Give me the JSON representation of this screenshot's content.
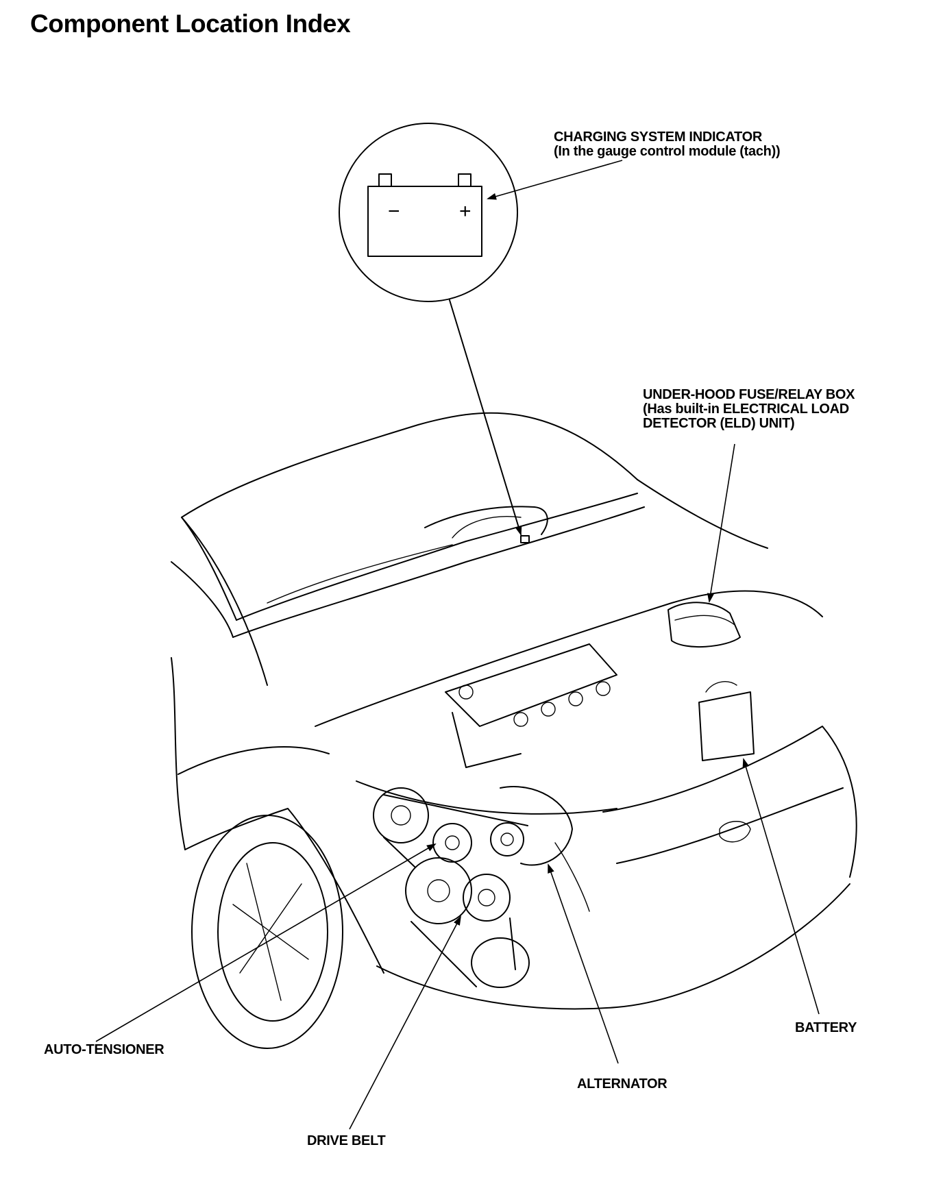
{
  "page": {
    "title": "Component Location Index"
  },
  "callouts": {
    "charging_indicator": {
      "line1": "CHARGING SYSTEM INDICATOR",
      "line2": "(In the gauge control module (tach))"
    },
    "fuse_box": {
      "line1": "UNDER-HOOD FUSE/RELAY BOX",
      "line2": "(Has built-in ELECTRICAL LOAD",
      "line3": "DETECTOR (ELD) UNIT)"
    },
    "battery": {
      "label": "BATTERY"
    },
    "auto_tensioner": {
      "label": "AUTO-TENSIONER"
    },
    "alternator": {
      "label": "ALTERNATOR"
    },
    "drive_belt": {
      "label": "DRIVE BELT"
    }
  },
  "inset": {
    "battery_symbol": {
      "minus": "−",
      "plus": "+"
    }
  },
  "icons": [
    "battery-symbol-icon",
    "arrowhead-icon"
  ]
}
